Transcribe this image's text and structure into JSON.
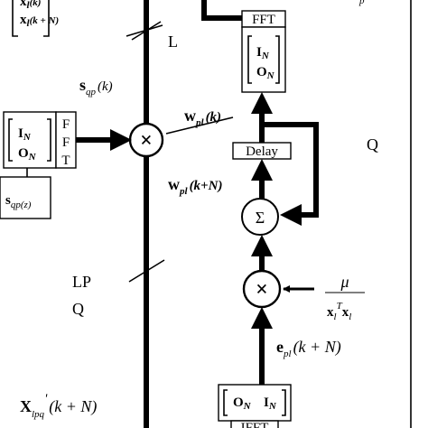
{
  "labels": {
    "top_left_x1": "x",
    "top_left_x1_sub": "l",
    "top_left_x1_arg": "(k)",
    "top_left_x2": "x",
    "top_left_x2_sub": "l",
    "top_left_x2_arg": "(k + N)",
    "top_right_p": "p",
    "L": "L",
    "s_qp_k_main": "s",
    "s_qp_k_sub": "qp",
    "s_qp_k_arg": "(k)",
    "w_pl_k_main": "w",
    "w_pl_k_sub": "pl",
    "w_pl_k_arg": "(k)",
    "w_pl_kN_main": "w",
    "w_pl_kN_sub": "pl",
    "w_pl_kN_arg": "(k+N)",
    "Q_right": "Q",
    "LP": "LP",
    "Q_left": "Q",
    "mu": "μ",
    "x_l_T": "x",
    "x_l_T_sub": "l",
    "x_l_T_sup": "T",
    "x_l": "x",
    "x_l_sub": "l",
    "e_pl_main": "e",
    "e_pl_sub": "pl",
    "e_pl_arg": "(k + N)",
    "X_lpq_main": "X",
    "X_lpq_sub": "lpq",
    "X_lpq_prime": "'",
    "X_lpq_arg": "(k + N)",
    "s_qp_z_main": "s",
    "s_qp_z_sub": "qp(z)"
  },
  "blocks": {
    "fft_top": "FFT",
    "fft_left_1": "F",
    "fft_left_2": "F",
    "fft_left_3": "T",
    "ifft_bottom": "IFFT",
    "delay": "Delay",
    "matrix_top_r1": "I",
    "matrix_top_r1_sub": "N",
    "matrix_top_r2": "O",
    "matrix_top_r2_sub": "N",
    "matrix_left_r1": "I",
    "matrix_left_r1_sub": "N",
    "matrix_left_r2": "O",
    "matrix_left_r2_sub": "N",
    "matrix_bottom_c1": "O",
    "matrix_bottom_c1_sub": "N",
    "matrix_bottom_c2": "I",
    "matrix_bottom_c2_sub": "N"
  },
  "symbols": {
    "multiply_glyph": "×",
    "sum_glyph": "Σ"
  }
}
